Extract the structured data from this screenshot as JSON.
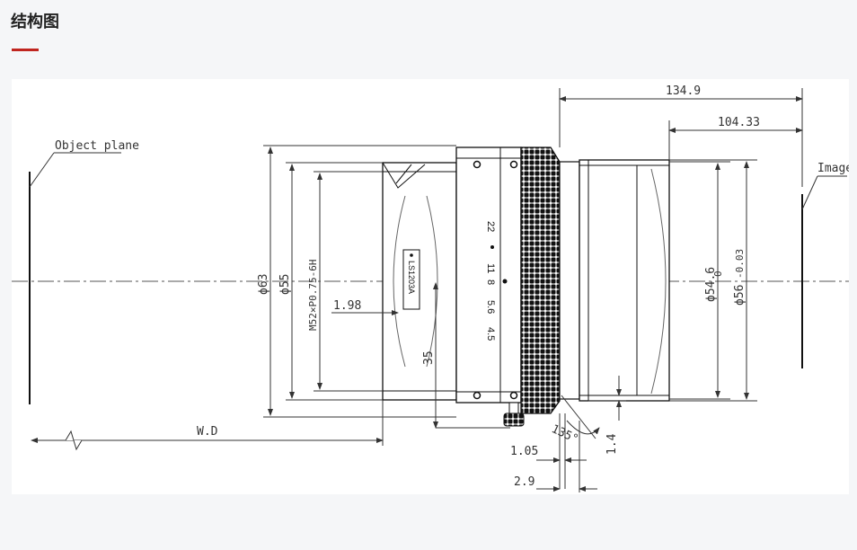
{
  "header": {
    "title": "结构图",
    "accent_color": "#c0251f"
  },
  "drawing": {
    "labels": {
      "object_plane": "Object plane",
      "image": "Image",
      "wd": "W.D"
    },
    "dimensions": {
      "overall_length": "134.9",
      "rear_length": "104.33",
      "dia_63": "ϕ63",
      "dia_55": "ϕ55",
      "thread": "M52×P0.75-6H",
      "front_offset": "1.98",
      "screw_height": "35",
      "dia_54_6": "ϕ54.6",
      "dia_56": "ϕ56",
      "dia_56_tol_upper": "0",
      "dia_56_tol_lower": "-0.03",
      "angle": "135°",
      "step_1_4": "1.4",
      "gap_1_05": "1.05",
      "gap_2_9": "2.9"
    },
    "aperture_scale": [
      "22",
      "11",
      "8",
      "5.6",
      "4.5"
    ],
    "model_label": "LS1203A"
  }
}
